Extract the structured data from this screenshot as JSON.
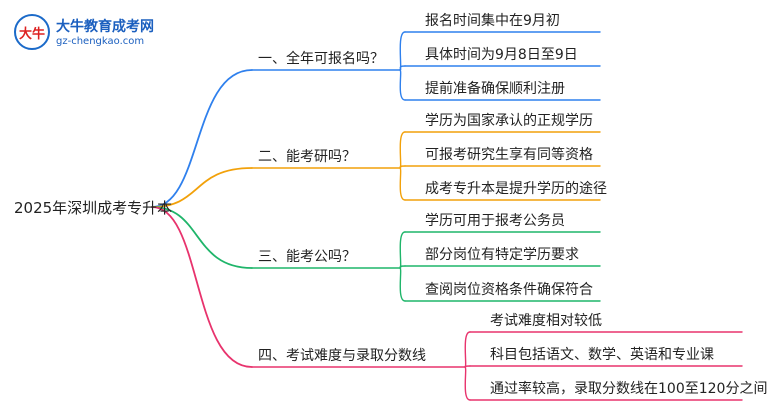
{
  "logo": {
    "mark_text": "大牛",
    "title": "大牛教育成考网",
    "url": "gz-chengkao.com"
  },
  "root": "2025年深圳成考专升本",
  "branches": [
    {
      "label": "一、全年可报名吗？",
      "color": "#2f80ed",
      "leaves": [
        "报名时间集中在9月初",
        "具体时间为9月8日至9日",
        "提前准备确保顺利注册"
      ]
    },
    {
      "label": "二、能考研吗？",
      "color": "#f2a10a",
      "leaves": [
        "学历为国家承认的正规学历",
        "可报考研究生享有同等资格",
        "成考专升本是提升学历的途径"
      ]
    },
    {
      "label": "三、能考公吗？",
      "color": "#1fb56a",
      "leaves": [
        "学历可用于报考公务员",
        "部分岗位有特定学历要求",
        "查阅岗位资格条件确保符合"
      ]
    },
    {
      "label": "四、考试难度与录取分数线",
      "color": "#e8336d",
      "leaves": [
        "考试难度相对较低",
        "科目包括语文、数学、英语和专业课",
        "通过率较高，录取分数线在100至120分之间"
      ]
    }
  ]
}
